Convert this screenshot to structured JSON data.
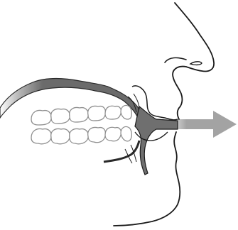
{
  "figure": {
    "subject": "sagittal-view-oral-cavity-airflow",
    "colors": {
      "outline": "#1a1a1a",
      "tongue_palate": "#6b6b6b",
      "tongue_highlight": "#9a9a9a",
      "teeth_outline": "#8f8f8f",
      "lips": "#6f6f6f",
      "arrow": "#a3a3a3",
      "background": "#ffffff"
    },
    "icons": [
      "face-profile",
      "teeth-row",
      "tongue",
      "lips",
      "airflow-arrow"
    ]
  }
}
